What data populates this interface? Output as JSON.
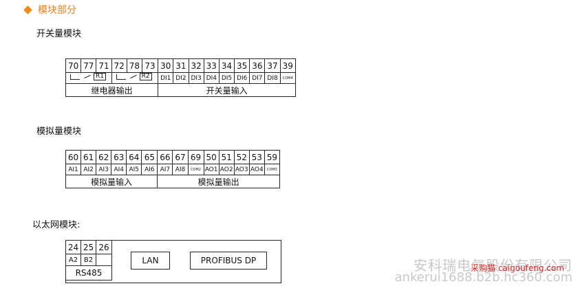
{
  "header": {
    "title": "模块部分"
  },
  "switch": {
    "title": "开关量模块",
    "terminals": [
      "70",
      "77",
      "71",
      "72",
      "78",
      "73",
      "30",
      "31",
      "32",
      "33",
      "34",
      "35",
      "36",
      "37",
      "39"
    ],
    "signals": [
      "R1",
      "R2",
      "DI1",
      "DI2",
      "DI3",
      "DI4",
      "DI5",
      "DI6",
      "DI7",
      "DI8",
      "COM4"
    ],
    "groups": [
      "继电器输出",
      "开关量输入"
    ]
  },
  "analog": {
    "title": "模拟量模块",
    "terminals": [
      "60",
      "61",
      "62",
      "63",
      "64",
      "65",
      "66",
      "67",
      "69",
      "50",
      "51",
      "52",
      "53",
      "59"
    ],
    "signals": [
      "AI1",
      "AI2",
      "AI3",
      "AI4",
      "AI5",
      "AI6",
      "AI7",
      "AI8",
      "COM2",
      "AO1",
      "AO2",
      "AO3",
      "AO4",
      "COM3"
    ],
    "groups": [
      "模拟量输入",
      "模拟量输出"
    ]
  },
  "ethernet": {
    "title": "以太网模块:",
    "terminals": [
      "24",
      "25",
      "26"
    ],
    "signals": [
      "A2",
      "B2"
    ],
    "bus": "RS485",
    "ports": [
      "LAN",
      "PROFIBUS DP"
    ]
  },
  "watermark": {
    "company": "安科瑞电气股份有限公司",
    "site_red": "采购猫 caigoufeng.com",
    "url": "ankerui1688.b2b.hc360.com"
  }
}
